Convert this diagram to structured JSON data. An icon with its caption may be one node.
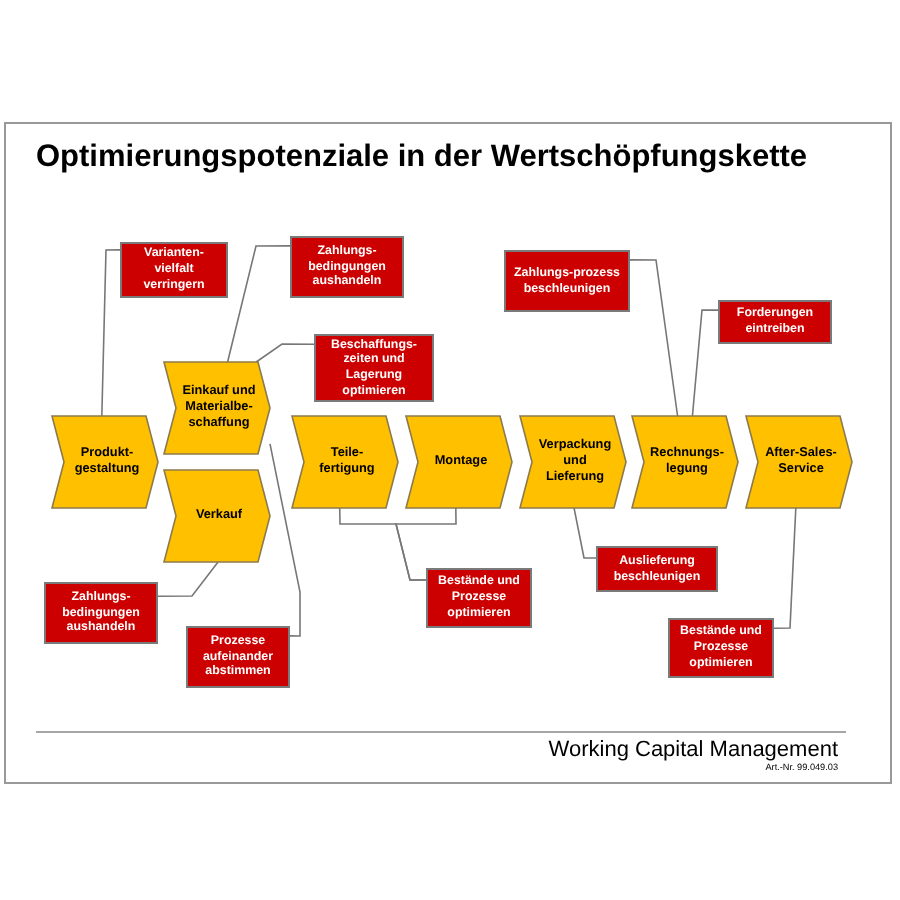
{
  "diagram": {
    "title": "Optimierungspotenziale in der Wertschöpfungskette",
    "nodes": [
      {
        "text": [
          "Produkt-gestaltung"
        ]
      },
      {
        "text": [
          "Einkauf und Materialbe-schaffung"
        ]
      },
      {
        "text": [
          "Verkauf"
        ]
      },
      {
        "text": [
          "Teile-fertigung"
        ]
      },
      {
        "text": [
          "Montage"
        ]
      },
      {
        "text": [
          "Verpackung und Lieferung"
        ]
      },
      {
        "text": [
          "Rechnungs-legung"
        ]
      },
      {
        "text": [
          "After-Sales-Service"
        ]
      },
      {
        "text": [
          "Varianten-vielfalt verringern"
        ]
      },
      {
        "text": [
          "Zahlungs-bedingungen aushandeln"
        ]
      },
      {
        "text": [
          "Beschaffungs-zeiten und Lagerung optimieren"
        ]
      },
      {
        "text": [
          "Zahlungs-prozess beschleunigen"
        ]
      },
      {
        "text": [
          "Forderungen eintreiben"
        ]
      },
      {
        "text": [
          "Zahlungs-bedingungen aushandeln"
        ]
      },
      {
        "text": [
          "Prozesse aufeinander abstimmen"
        ]
      },
      {
        "text": [
          "Bestände und Prozesse optimieren"
        ]
      },
      {
        "text": [
          "Auslieferung beschleunigen"
        ]
      },
      {
        "text": [
          "Bestände und Prozesse optimieren"
        ]
      }
    ],
    "edges": [
      {
        "from": 8,
        "to": 0,
        "arrow": "none"
      },
      {
        "from": 9,
        "to": 1,
        "arrow": "none"
      },
      {
        "from": 10,
        "to": 1,
        "arrow": "none"
      },
      {
        "from": 11,
        "to": 6,
        "arrow": "none"
      },
      {
        "from": 12,
        "to": 6,
        "arrow": "none"
      },
      {
        "from": 13,
        "to": 2,
        "arrow": "none"
      },
      {
        "from": 14,
        "to": 1,
        "arrow": "none"
      },
      {
        "from": 15,
        "to": 3,
        "arrow": "none"
      },
      {
        "from": 15,
        "to": 4,
        "arrow": "none"
      },
      {
        "from": 16,
        "to": 5,
        "arrow": "none"
      },
      {
        "from": 17,
        "to": 7,
        "arrow": "none"
      }
    ],
    "labels": [
      "Working Capital Management",
      "Art.-Nr. 99.049.03"
    ]
  }
}
